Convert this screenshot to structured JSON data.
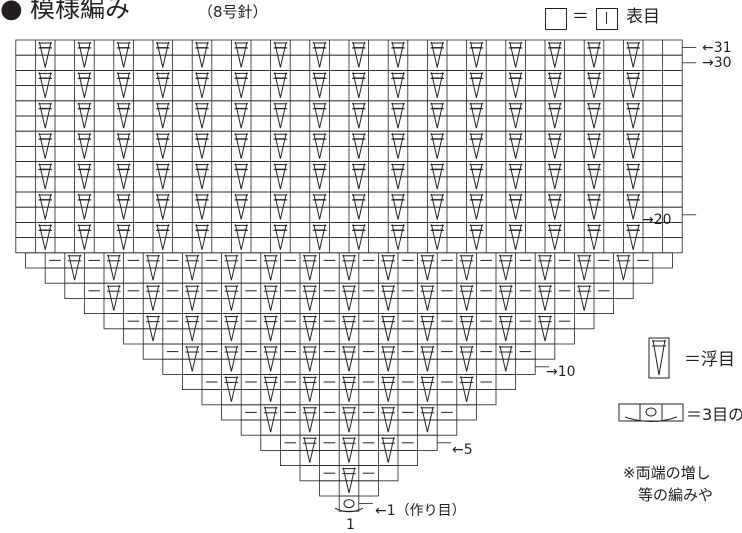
{
  "title": {
    "bullet": "●",
    "text": "模様編み",
    "needle": "（8号針）"
  },
  "key": {
    "equals": "＝",
    "knit_label": "表目"
  },
  "chart": {
    "rows": 31,
    "row_labels": {
      "r31": "←31",
      "r30": "→30",
      "r20": "→20",
      "r10": "→10",
      "r5": "←5",
      "r1": "←1（作り目）"
    },
    "bottom_stitch_label": "1"
  },
  "legend": {
    "slip_label": "＝浮目",
    "yo_label": "＝3目の"
  },
  "note": {
    "line1": "※両端の増し",
    "line2": "等の編みや"
  },
  "colors": {
    "ink": "#231f20",
    "background": "#ffffff"
  }
}
